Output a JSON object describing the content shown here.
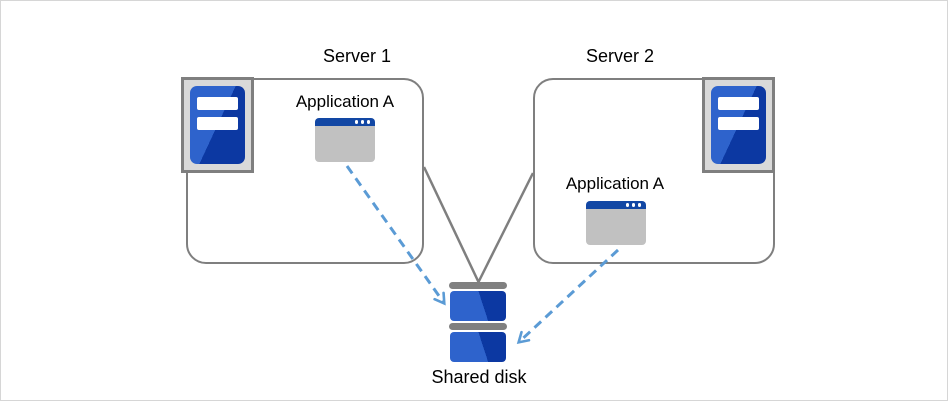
{
  "servers": [
    {
      "title": "Server 1",
      "app_label": "Application A"
    },
    {
      "title": "Server 2",
      "app_label": "Application A"
    }
  ],
  "disk": {
    "label": "Shared disk"
  },
  "colors": {
    "box_border": "#7f7f7f",
    "icon_bg": "#d9d9d9",
    "tower_light": "#2e63cc",
    "tower_dark": "#0c38a2",
    "titlebar": "#1247a4",
    "window_body": "#c1c1c1",
    "disk_bar": "#808080",
    "arrow": "#5b9bd5",
    "text": "#000000"
  },
  "icons": {
    "server": "server-tower-icon",
    "application": "app-window-icon",
    "storage": "disk-stack-icon",
    "arrow_end": "chevron-arrowhead-icon"
  }
}
